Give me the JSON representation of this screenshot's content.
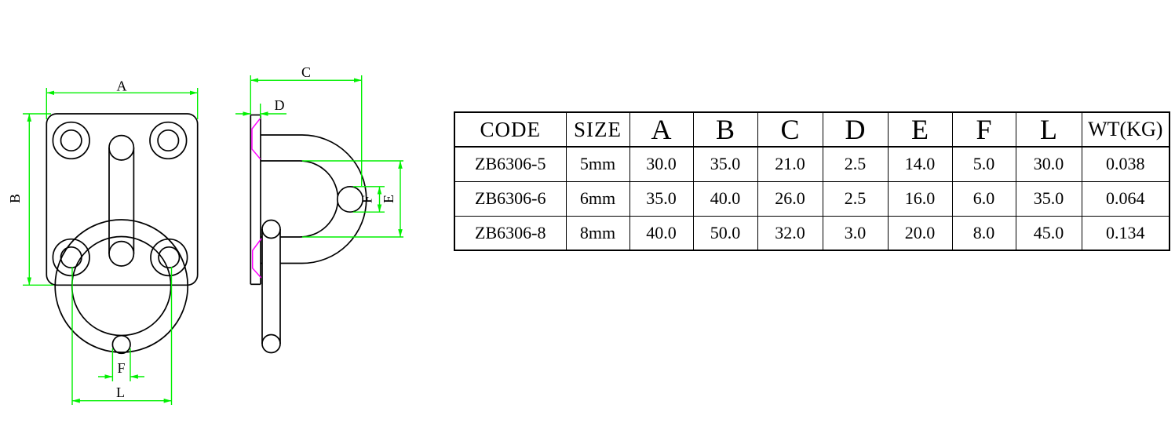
{
  "drawing": {
    "colors": {
      "outline": "#000000",
      "dimension_line": "#00f000",
      "weld_symbol": "#ff00ff",
      "label_text": "#000000"
    },
    "front": {
      "dim_width": "A",
      "dim_height": "B",
      "dim_wire": "F",
      "dim_ring_span": "L"
    },
    "side": {
      "dim_depth": "C",
      "dim_thickness": "D",
      "dim_eye": "E",
      "dim_wire": "F"
    }
  },
  "table": {
    "headers": [
      "CODE",
      "SIZE",
      "A",
      "B",
      "C",
      "D",
      "E",
      "F",
      "L",
      "WT(KG)"
    ],
    "rows": [
      [
        "ZB6306-5",
        "5mm",
        "30.0",
        "35.0",
        "21.0",
        "2.5",
        "14.0",
        "5.0",
        "30.0",
        "0.038"
      ],
      [
        "ZB6306-6",
        "6mm",
        "35.0",
        "40.0",
        "26.0",
        "2.5",
        "16.0",
        "6.0",
        "35.0",
        "0.064"
      ],
      [
        "ZB6306-8",
        "8mm",
        "40.0",
        "50.0",
        "32.0",
        "3.0",
        "20.0",
        "8.0",
        "45.0",
        "0.134"
      ]
    ]
  }
}
